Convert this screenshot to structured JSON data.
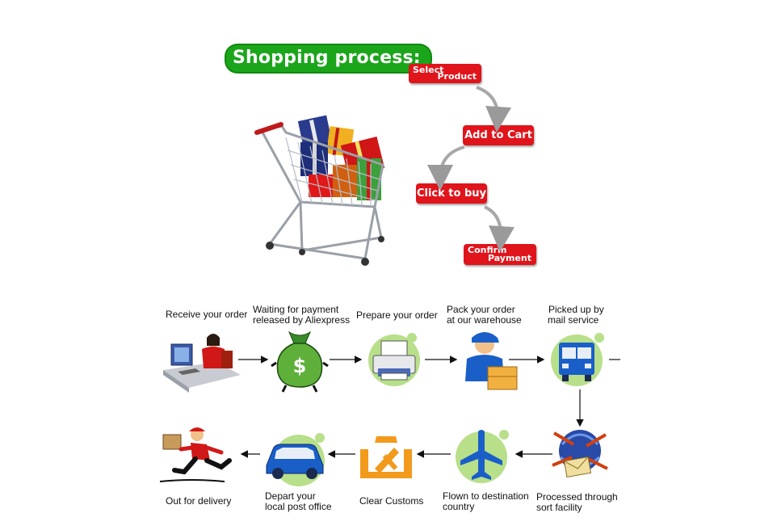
{
  "title": "Shopping process:",
  "purchase_steps": [
    {
      "line1": "Select",
      "line2": "Product"
    },
    {
      "line1": "Add to Cart",
      "line2": ""
    },
    {
      "line1": "Click to buy",
      "line2": ""
    },
    {
      "line1": "Confirm",
      "line2": "Payment"
    }
  ],
  "shipping_steps": {
    "row1": [
      {
        "line1": "Receive your order",
        "line2": "",
        "icon": "computer-user-icon"
      },
      {
        "line1": "Waiting for payment",
        "line2": "released by Aliexpress",
        "icon": "money-bag-icon"
      },
      {
        "line1": "Prepare your order",
        "line2": "",
        "icon": "printer-icon"
      },
      {
        "line1": "Pack your order",
        "line2": "at our warehouse",
        "icon": "packer-icon"
      },
      {
        "line1": "Picked up by",
        "line2": "mail service",
        "icon": "truck-icon"
      }
    ],
    "row2": [
      {
        "line1": "Out for delivery",
        "line2": "",
        "icon": "courier-icon"
      },
      {
        "line1": "Depart your",
        "line2": "local post office",
        "icon": "car-icon"
      },
      {
        "line1": "Clear Customs",
        "line2": "",
        "icon": "customs-icon"
      },
      {
        "line1": "Flown to destination",
        "line2": "country",
        "icon": "airplane-icon"
      },
      {
        "line1": "Processed through",
        "line2": "sort facility",
        "icon": "sort-facility-icon"
      }
    ]
  },
  "colors": {
    "title_bg": "#1ba51b",
    "step_bg": "#e0141b",
    "icon_green": "#b8df8a",
    "icon_blue": "#1a5fc8",
    "icon_orange": "#f29a1c"
  }
}
